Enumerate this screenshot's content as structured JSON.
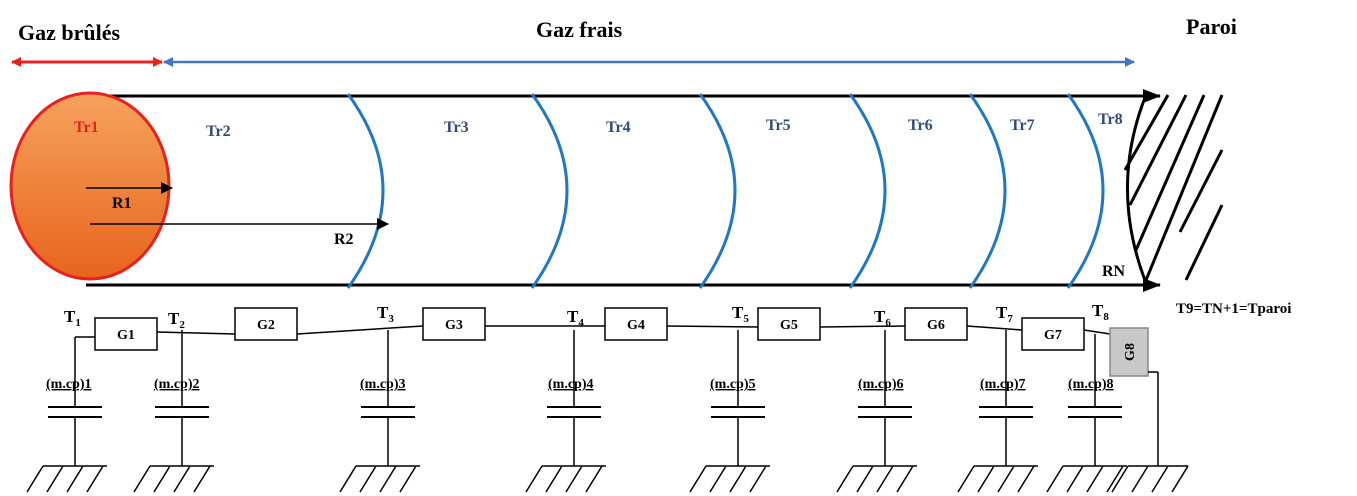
{
  "header": {
    "burnt_gas": "Gaz brûlés",
    "fresh_gas": "Gaz frais",
    "wall": "Paroi"
  },
  "zones": [
    "Tr1",
    "Tr2",
    "Tr3",
    "Tr4",
    "Tr5",
    "Tr6",
    "Tr7",
    "Tr8"
  ],
  "radii": {
    "r1": "R1",
    "r2": "R2",
    "rn": "RN"
  },
  "temperatures": [
    {
      "base": "T",
      "sub": "1"
    },
    {
      "base": "T",
      "sub": "2"
    },
    {
      "base": "T",
      "sub": "3"
    },
    {
      "base": "T",
      "sub": "4"
    },
    {
      "base": "T",
      "sub": "5"
    },
    {
      "base": "T",
      "sub": "6"
    },
    {
      "base": "T",
      "sub": "7"
    },
    {
      "base": "T",
      "sub": "8"
    }
  ],
  "conductances": [
    "G1",
    "G2",
    "G3",
    "G4",
    "G5",
    "G6",
    "G7",
    "G8"
  ],
  "capacities": [
    "(m.cp)1",
    "(m.cp)2",
    "(m.cp)3",
    "(m.cp)4",
    "(m.cp)5",
    "(m.cp)6",
    "(m.cp)7",
    "(m.cp)8"
  ],
  "wall_temperature": "T9=TN+1=Tparoi",
  "colors": {
    "burnt_arrow": "#e8201e",
    "fresh_arrow": "#4472c4",
    "flame_front": "#1f78c4",
    "kernel_fill_top": "#f5a25d",
    "kernel_fill_bottom": "#e8641c",
    "kernel_stroke": "#e8201e",
    "zone_label": "#2f4a7c",
    "tr1_label": "#e8201e",
    "g8_fill": "#c8c8c8"
  }
}
